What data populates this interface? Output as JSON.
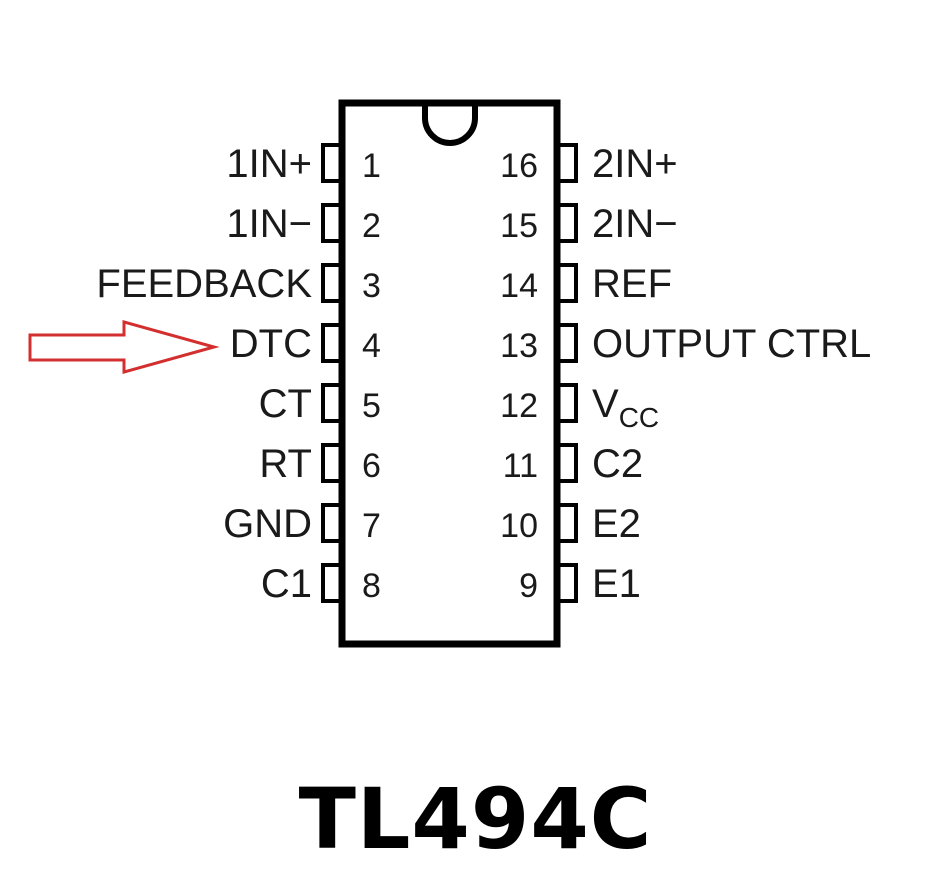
{
  "chip": {
    "part_number": "TL494C",
    "pins_left": [
      {
        "num": "1",
        "label": "1IN+"
      },
      {
        "num": "2",
        "label": "1IN−"
      },
      {
        "num": "3",
        "label": "FEEDBACK"
      },
      {
        "num": "4",
        "label": "DTC"
      },
      {
        "num": "5",
        "label": "CT"
      },
      {
        "num": "6",
        "label": "RT"
      },
      {
        "num": "7",
        "label": "GND"
      },
      {
        "num": "8",
        "label": "C1"
      }
    ],
    "pins_right": [
      {
        "num": "16",
        "label": "2IN+"
      },
      {
        "num": "15",
        "label": "2IN−"
      },
      {
        "num": "14",
        "label": "REF"
      },
      {
        "num": "13",
        "label": "OUTPUT CTRL"
      },
      {
        "num": "12",
        "label": "V",
        "sub": "CC"
      },
      {
        "num": "11",
        "label": "C2"
      },
      {
        "num": "10",
        "label": "E2"
      },
      {
        "num": "9",
        "label": "E1"
      }
    ],
    "highlighted_pin": "4",
    "arrow_color": "#d32f2f"
  }
}
